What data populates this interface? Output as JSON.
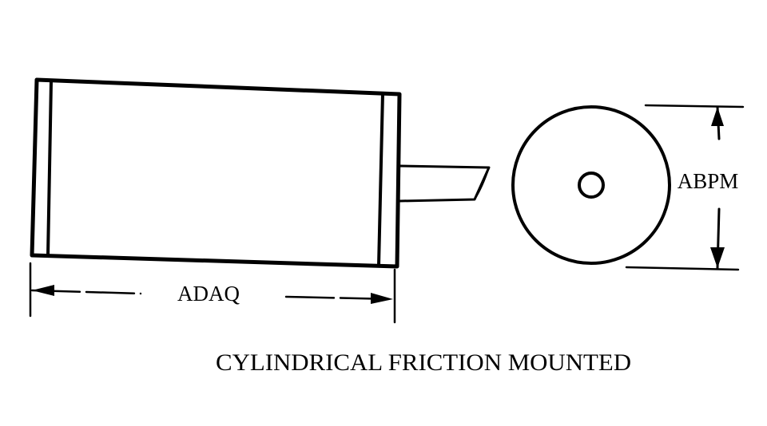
{
  "diagram": {
    "caption": "CYLINDRICAL FRICTION MOUNTED",
    "dimensions": {
      "length_label": "ADAQ",
      "diameter_label": "ABPM"
    },
    "colors": {
      "ink": "#000000",
      "background": "#ffffff"
    }
  }
}
